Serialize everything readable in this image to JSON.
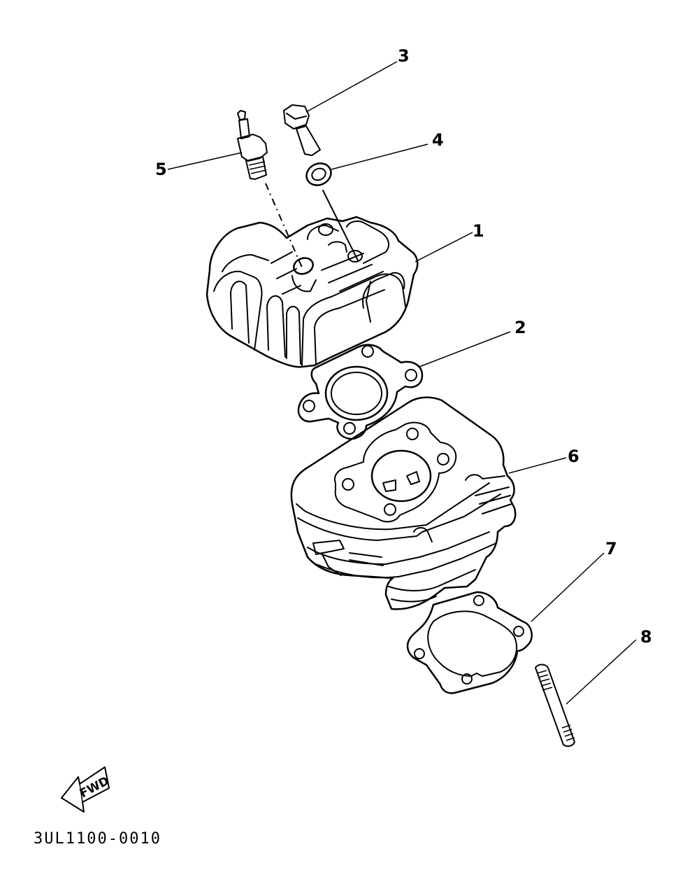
{
  "callouts": {
    "c1": "1",
    "c2": "2",
    "c3": "3",
    "c4": "4",
    "c5": "5",
    "c6": "6",
    "c7": "7",
    "c8": "8"
  },
  "fwd_label": "FWD",
  "part_code": "3UL1100-0010"
}
